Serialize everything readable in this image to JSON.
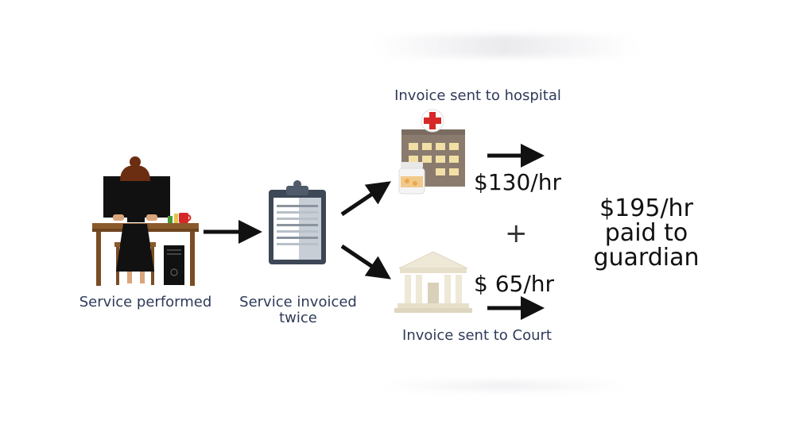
{
  "labels": {
    "service_performed": "Service performed",
    "service_invoiced_line1": "Service invoiced",
    "service_invoiced_line2": "twice",
    "invoice_hospital": "Invoice sent to hospital",
    "invoice_court": "Invoice sent to Court"
  },
  "rates": {
    "hospital": "$130/hr",
    "court": "$ 65/hr",
    "plus": "+"
  },
  "total": {
    "line1": "$195/hr",
    "line2": "paid to",
    "line3": "guardian"
  },
  "colors": {
    "text": "#2e3a59",
    "hospital_building": "#8a7b6e",
    "hospital_cross": "#d62828",
    "hospital_window": "#f2dfa6",
    "courthouse": "#eee8d6",
    "clipboard_frame": "#3d4756",
    "desk": "#8b5a2b"
  },
  "icons": {
    "worker": "person-at-desk-icon",
    "clipboard": "clipboard-icon",
    "hospital": "hospital-icon",
    "court": "courthouse-icon"
  }
}
